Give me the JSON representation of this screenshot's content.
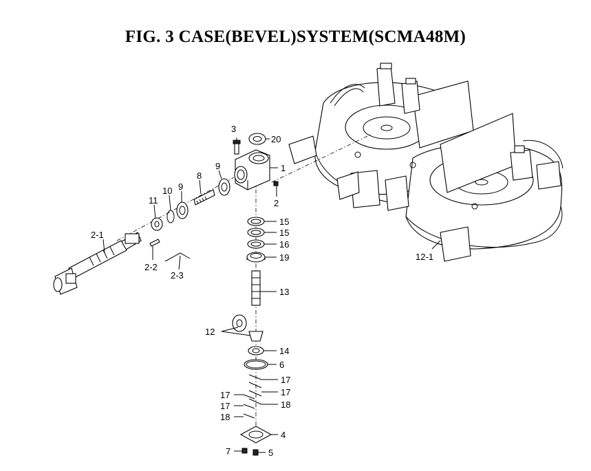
{
  "title": "FIG. 3  CASE(BEVEL)SYSTEM(SCMA48M)",
  "callouts": {
    "p1": "1",
    "p2": "2",
    "p2_1": "2-1",
    "p2_2": "2-2",
    "p2_3": "2-3",
    "p3": "3",
    "p4": "4",
    "p5": "5",
    "p6": "6",
    "p7": "7",
    "p8": "8",
    "p9a": "9",
    "p9b": "9",
    "p10": "10",
    "p11": "11",
    "p12": "12",
    "p12_1": "12-1",
    "p13": "13",
    "p14": "14",
    "p15a": "15",
    "p15b": "15",
    "p16": "16",
    "p17a": "17",
    "p17b": "17",
    "p17c": "17",
    "p17d": "17",
    "p18a": "18",
    "p18b": "18",
    "p19": "19",
    "p20": "20"
  }
}
